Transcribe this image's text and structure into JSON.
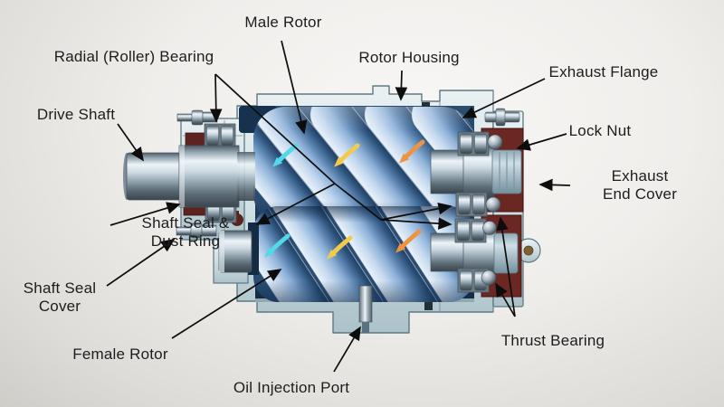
{
  "diagram_subject": "rotary screw compressor cutaway",
  "labels": {
    "male_rotor": "Male Rotor",
    "rotor_housing": "Rotor Housing",
    "exhaust_flange": "Exhaust Flange",
    "radial_roller_bearing": "Radial (Roller) Bearing",
    "drive_shaft": "Drive Shaft",
    "lock_nut": "Lock Nut",
    "exhaust_end_cover": "Exhaust End Cover",
    "shaft_seal_dust_ring": "Shaft Seal &\nDust Ring",
    "shaft_seal_cover": "Shaft Seal\nCover",
    "female_rotor": "Female Rotor",
    "oil_injection_port": "Oil Injection Port",
    "thrust_bearing": "Thrust Bearing"
  },
  "colors": {
    "background": "#efede9",
    "label_text": "#1d1d1d",
    "callout_line": "#0d0d0d",
    "housing_pale_blue": "#cfdfe3",
    "housing_outline": "#5d7984",
    "chamber_navy": "#1c3a57",
    "rotor_blue_light": "#c3d8ee",
    "rotor_blue_dark": "#26496f",
    "seal_maroon": "#6b2823",
    "metal_bright": "#eef4f8",
    "flow_arrow_cyan": "#52d8e8",
    "flow_arrow_yellow": "#f2ca4e",
    "flow_arrow_orange": "#ee9440",
    "bolt_hole_brown": "#7d5f38"
  }
}
